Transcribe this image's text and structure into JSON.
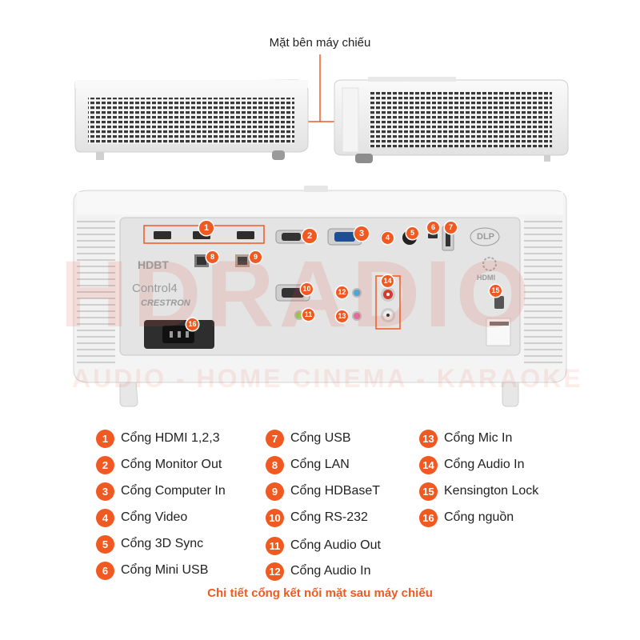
{
  "side_title": "Mặt bên máy chiếu",
  "caption": "Chi tiết cổng kết nối mặt sau máy chiếu",
  "watermark": "HDRADIO",
  "watermark_sub": "AUDIO - HOME CINEMA - KARAOKE",
  "panel_logos": {
    "hdbt": "HDBT",
    "control4": "Control4",
    "crestron": "CRESTRON",
    "dlp": "DLP",
    "hdmi": "HDMI"
  },
  "colors": {
    "accent": "#f05a22",
    "body": "#f2f2f2",
    "panel": "#e6e6e6"
  },
  "legend": [
    {
      "n": "1",
      "label": "Cổng HDMI 1,2,3"
    },
    {
      "n": "2",
      "label": "Cổng Monitor Out"
    },
    {
      "n": "3",
      "label": "Cổng Computer In"
    },
    {
      "n": "4",
      "label": "Cổng Video"
    },
    {
      "n": "5",
      "label": "Cổng 3D Sync"
    },
    {
      "n": "6",
      "label": "Cổng Mini USB"
    },
    {
      "n": "7",
      "label": "Cổng USB"
    },
    {
      "n": "8",
      "label": "Cổng LAN"
    },
    {
      "n": "9",
      "label": "Cổng HDBaseT"
    },
    {
      "n": "10",
      "label": "Cổng RS-232"
    },
    {
      "n": "11",
      "label": "Cổng Audio Out"
    },
    {
      "n": "12",
      "label": "Cổng Audio In"
    },
    {
      "n": "13",
      "label": "Cổng Mic In"
    },
    {
      "n": "14",
      "label": "Cổng Audio In"
    },
    {
      "n": "15",
      "label": "Kensington Lock"
    },
    {
      "n": "16",
      "label": "Cổng nguồn"
    }
  ]
}
